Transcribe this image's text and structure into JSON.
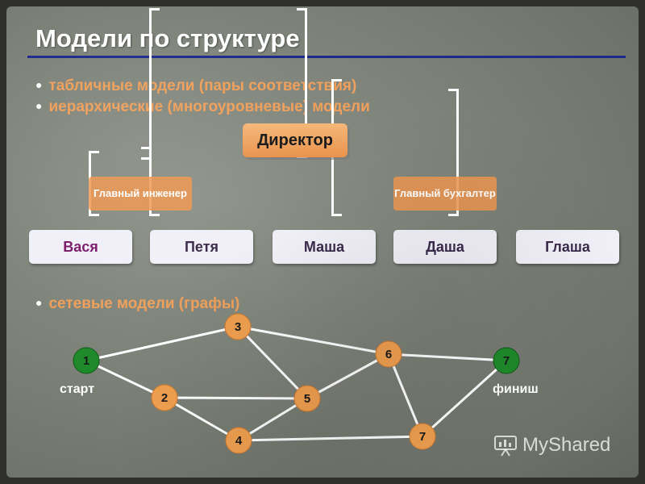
{
  "title": "Модели по структуре",
  "bullets": {
    "b1": "табличные модели (пары соответствия)",
    "b2": "иерархические (многоуровневые) модели",
    "b3": "сетевые модели (графы)"
  },
  "hierarchy": {
    "director": "Директор",
    "managers": [
      "Главный инженер",
      "Главный бухгалтер"
    ],
    "employees": [
      "Вася",
      "Петя",
      "Маша",
      "Даша",
      "Глаша"
    ]
  },
  "graph": {
    "nodes": [
      "1",
      "2",
      "3",
      "4",
      "5",
      "6",
      "7",
      "7"
    ],
    "start_label": "старт",
    "finish_label": "финиш"
  },
  "colors": {
    "accent_orange": "#f0a05a",
    "node_orange": "#f0a050",
    "node_green": "#1f8a2a",
    "title_rule": "#1c2a8a",
    "vasya": "#7a1a6a",
    "employee_text": "#3a2a4a"
  },
  "watermark": "MyShared"
}
